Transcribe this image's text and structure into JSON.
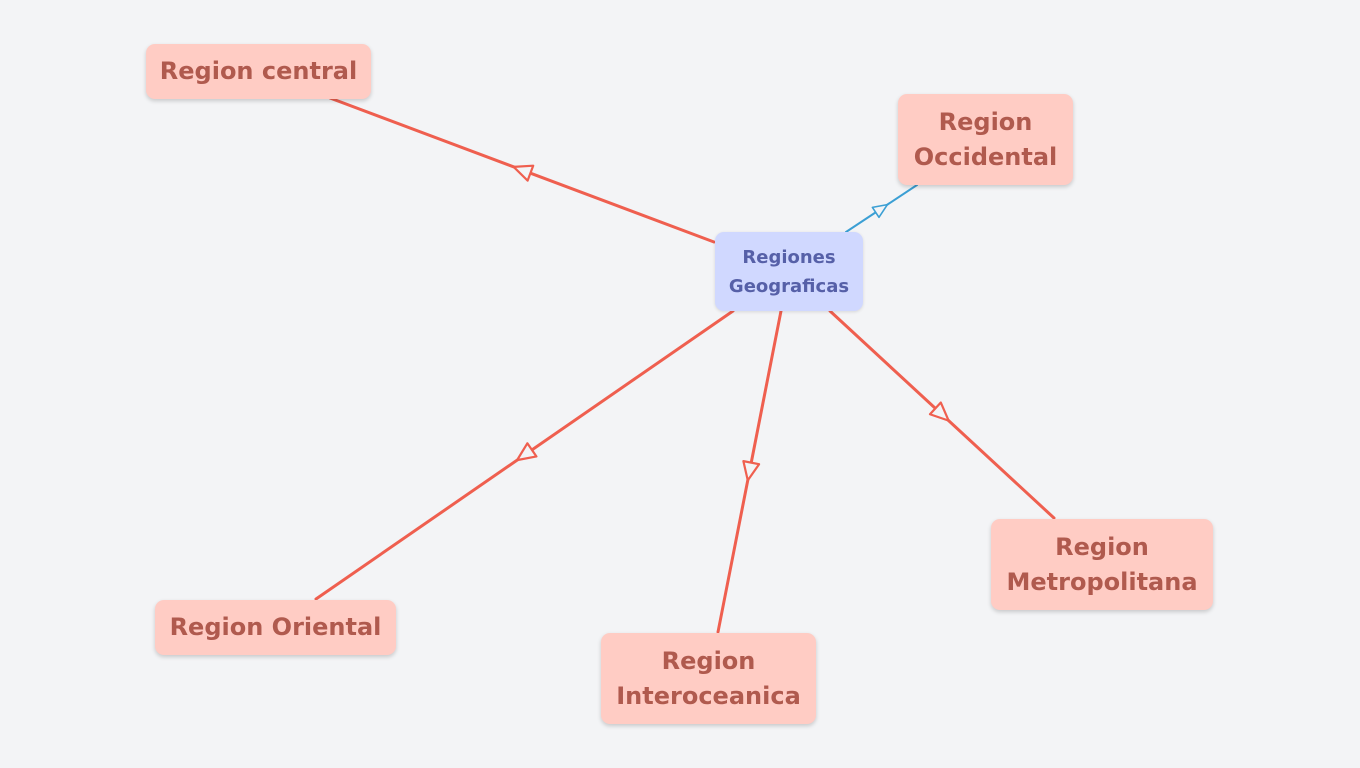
{
  "diagram": {
    "colors": {
      "background": "#f3f4f6",
      "root_fill": "#d0d8ff",
      "root_text": "#5660a8",
      "child_fill": "#ffccc4",
      "child_text": "#b05a4e",
      "edge_red": "#ef5f4f",
      "edge_blue": "#3b9fd4"
    },
    "root": {
      "label": "Regiones\nGeograficas"
    },
    "children": [
      {
        "id": "central",
        "label": "Region central"
      },
      {
        "id": "occidental",
        "label": "Region\nOccidental"
      },
      {
        "id": "oriental",
        "label": "Region Oriental"
      },
      {
        "id": "interoceanica",
        "label": "Region\nInteroceanica"
      },
      {
        "id": "metropolitana",
        "label": "Region\nMetropolitana"
      }
    ],
    "edges": [
      {
        "from": "root",
        "to": "central",
        "color": "edge_red",
        "arrow": "open-triangle"
      },
      {
        "from": "root",
        "to": "occidental",
        "color": "edge_blue",
        "arrow": "open-triangle"
      },
      {
        "from": "root",
        "to": "oriental",
        "color": "edge_red",
        "arrow": "open-triangle"
      },
      {
        "from": "root",
        "to": "interoceanica",
        "color": "edge_red",
        "arrow": "open-triangle"
      },
      {
        "from": "root",
        "to": "metropolitana",
        "color": "edge_red",
        "arrow": "open-triangle"
      }
    ]
  }
}
